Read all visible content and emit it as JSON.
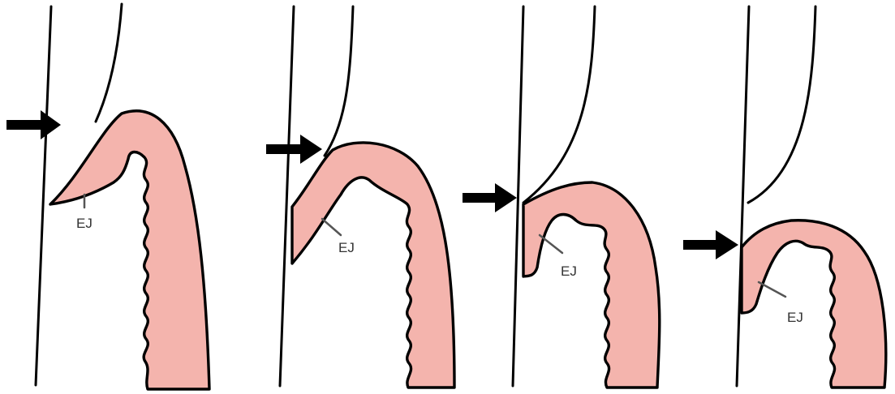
{
  "colors": {
    "tissue": "#f4b4ad",
    "outline": "#000000",
    "leader": "#555555"
  },
  "panels": [
    {
      "label": "EJ",
      "arrow": "arrow-icon"
    },
    {
      "label": "EJ",
      "arrow": "arrow-icon"
    },
    {
      "label": "EJ",
      "arrow": "arrow-icon"
    },
    {
      "label": "EJ",
      "arrow": "arrow-icon"
    }
  ]
}
